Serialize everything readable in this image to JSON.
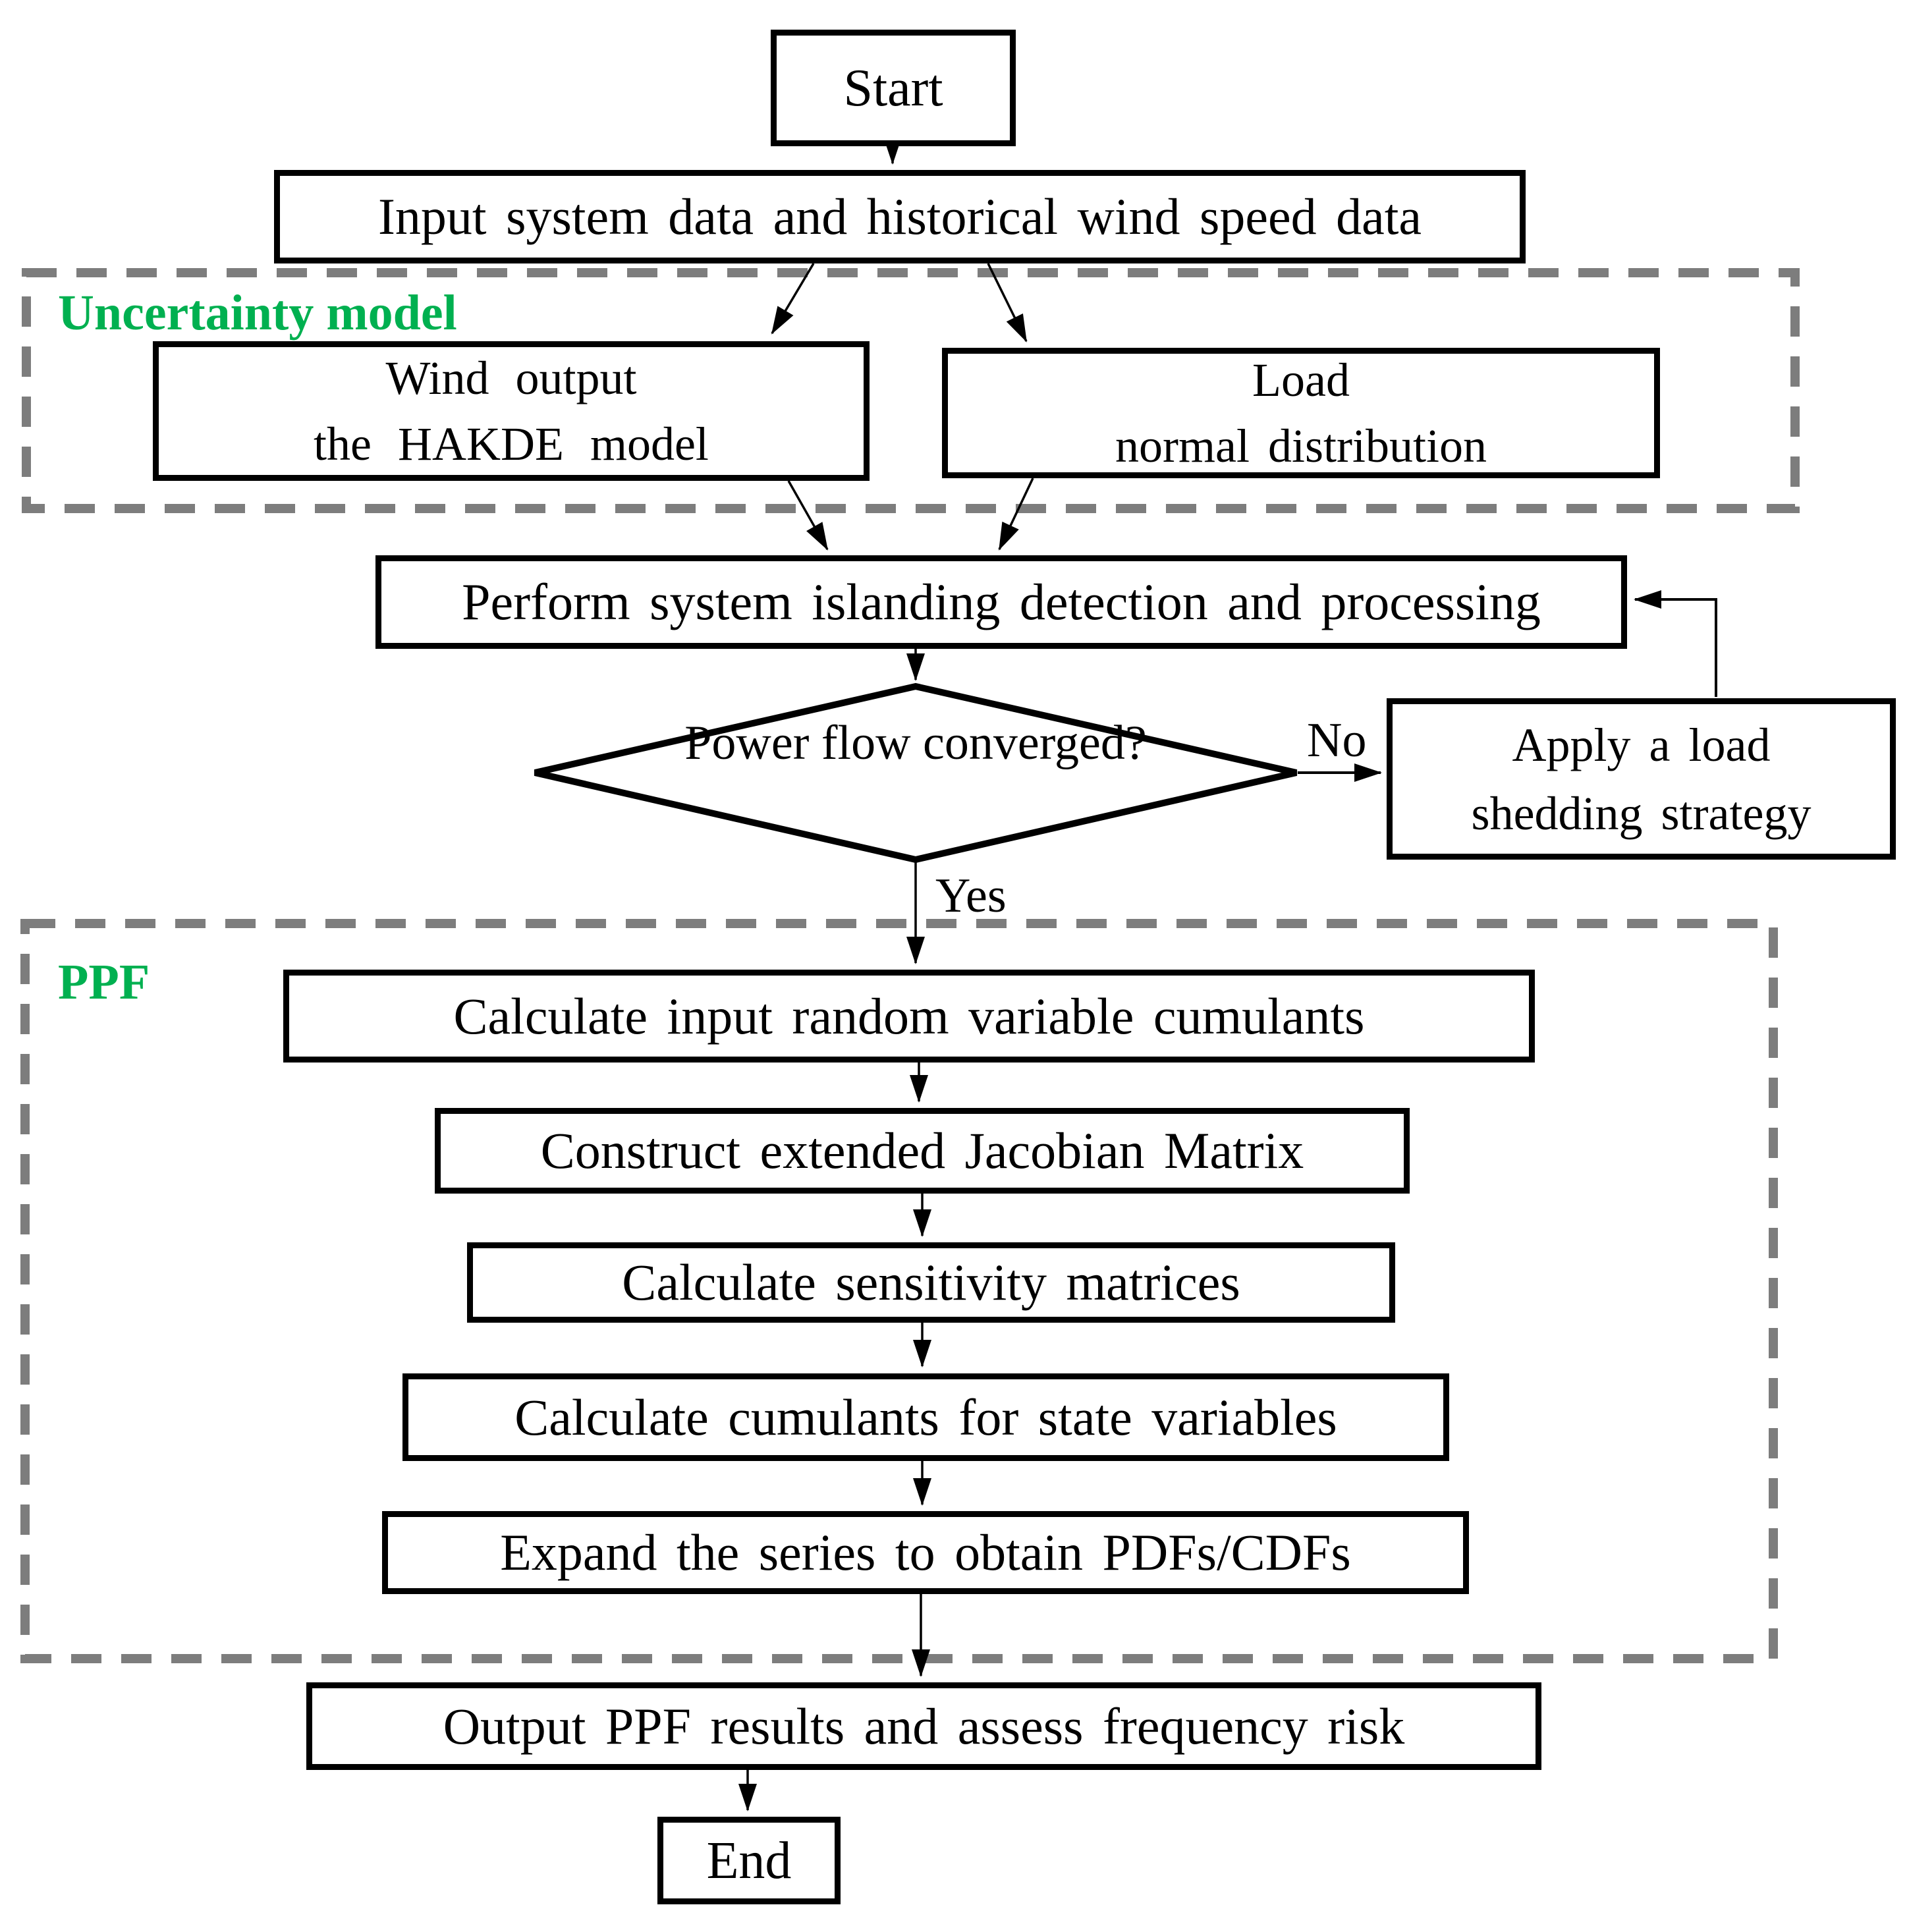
{
  "diagram": {
    "type": "flowchart",
    "nodes": {
      "start": "Start",
      "input": "Input system data and historical wind speed data",
      "wind": {
        "line1": "Wind output",
        "line2": "the HAKDE model"
      },
      "load": {
        "line1": "Load",
        "line2": "normal distribution"
      },
      "perform": "Perform system islanding detection and processing",
      "decision": {
        "line1": "Power flow",
        "line2": "converged?"
      },
      "apply": {
        "line1": "Apply a load",
        "line2": "shedding strategy"
      },
      "calc_input_cumulants": "Calculate input random variable cumulants",
      "construct_jacobian": "Construct extended Jacobian Matrix",
      "calc_sensitivity": "Calculate sensitivity matrices",
      "calc_state_cumulants": "Calculate cumulants for state variables",
      "expand_series": "Expand the series to obtain PDFs/CDFs",
      "output": "Output PPF results and assess frequency risk",
      "end": "End"
    },
    "groups": {
      "uncertainty": {
        "label": "Uncertainty model"
      },
      "ppf": {
        "label": "PPF"
      }
    },
    "edge_labels": {
      "yes": "Yes",
      "no": "No"
    },
    "colors": {
      "group_label": "#00b050",
      "box_border": "#000000",
      "dashed_border": "#7d7d7d",
      "background": "#ffffff",
      "text": "#000000"
    }
  }
}
